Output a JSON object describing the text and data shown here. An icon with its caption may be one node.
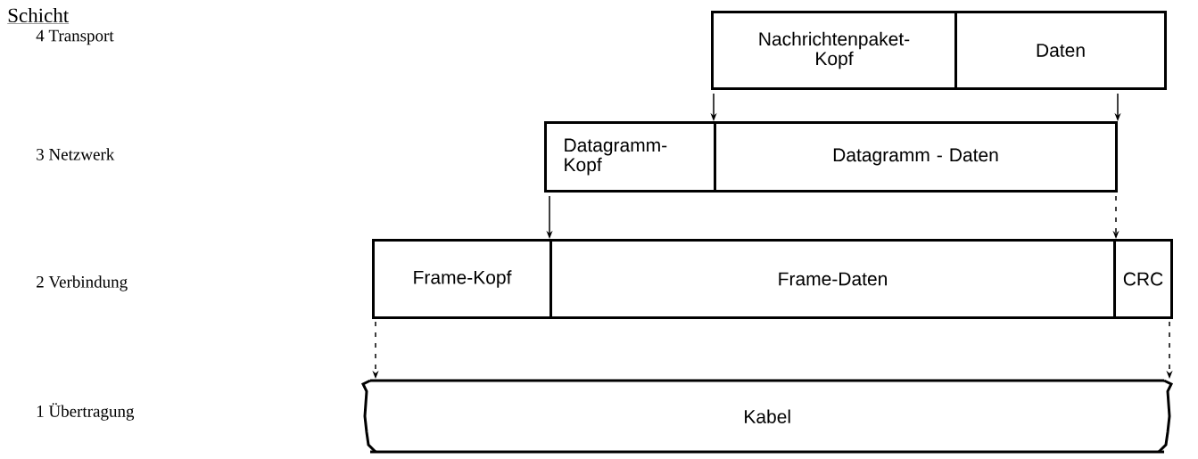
{
  "diagram": {
    "nodes": [
      {
        "text": [
          "Nachrichtenpaket- Kopf"
        ]
      },
      {
        "text": [
          "Daten"
        ]
      },
      {
        "text": [
          "Datagramm- Kopf"
        ]
      },
      {
        "text": [
          "Datagramm - Daten"
        ]
      },
      {
        "text": [
          "Frame-Kopf"
        ]
      },
      {
        "text": [
          "Frame-Daten"
        ]
      },
      {
        "text": [
          "CRC"
        ]
      },
      {
        "text": [
          "Kabel"
        ]
      }
    ],
    "edges": [
      {
        "from": 0,
        "to": 3,
        "arrow": "to"
      },
      {
        "from": 1,
        "to": 3,
        "arrow": "to"
      },
      {
        "from": 2,
        "to": 5,
        "arrow": "to"
      },
      {
        "from": 3,
        "to": 5,
        "arrow": "to",
        "style": "dashed"
      },
      {
        "from": 4,
        "to": 7,
        "arrow": "to",
        "style": "dashed"
      },
      {
        "from": 6,
        "to": 7,
        "arrow": "to",
        "style": "dashed"
      }
    ],
    "labels": [
      "Schicht",
      "4 Transport",
      "3 Netzwerk",
      "2 Verbindung",
      "1 Übertragung"
    ]
  }
}
